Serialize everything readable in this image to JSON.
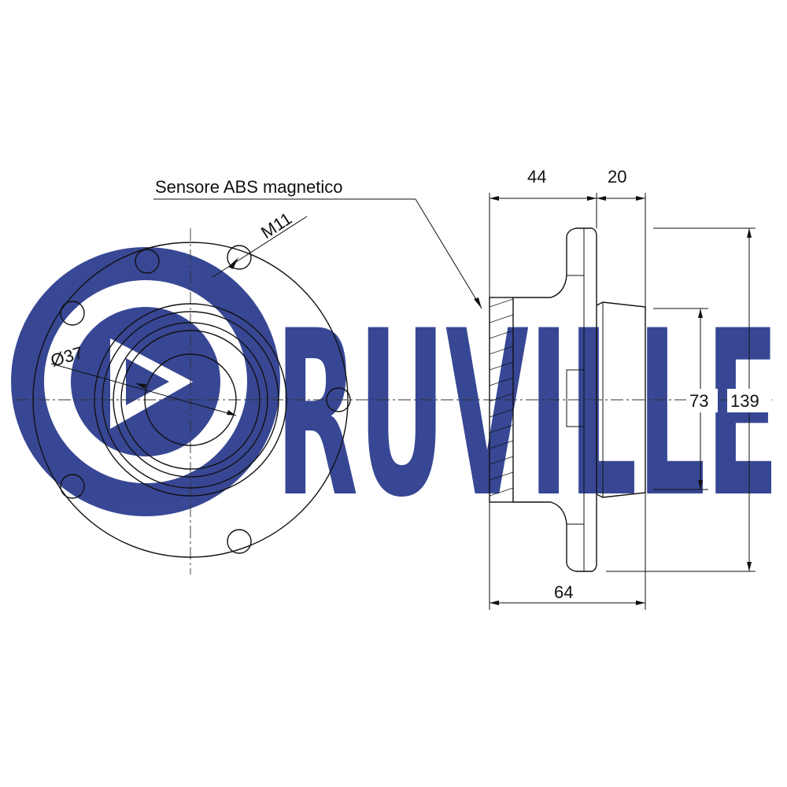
{
  "watermark": {
    "brand": "RUVILLE",
    "color": "#2d3e8f"
  },
  "labels": {
    "sensor_callout": "Sensore ABS magnetico",
    "thread": "M11",
    "bore_diameter": "Ø37"
  },
  "dimensions": {
    "hub_length": "44",
    "flange_length": "20",
    "total_length": "64",
    "pilot_diameter": "73",
    "flange_diameter": "139"
  },
  "colors": {
    "line": "#111111",
    "watermark": "#2d3e8f"
  }
}
